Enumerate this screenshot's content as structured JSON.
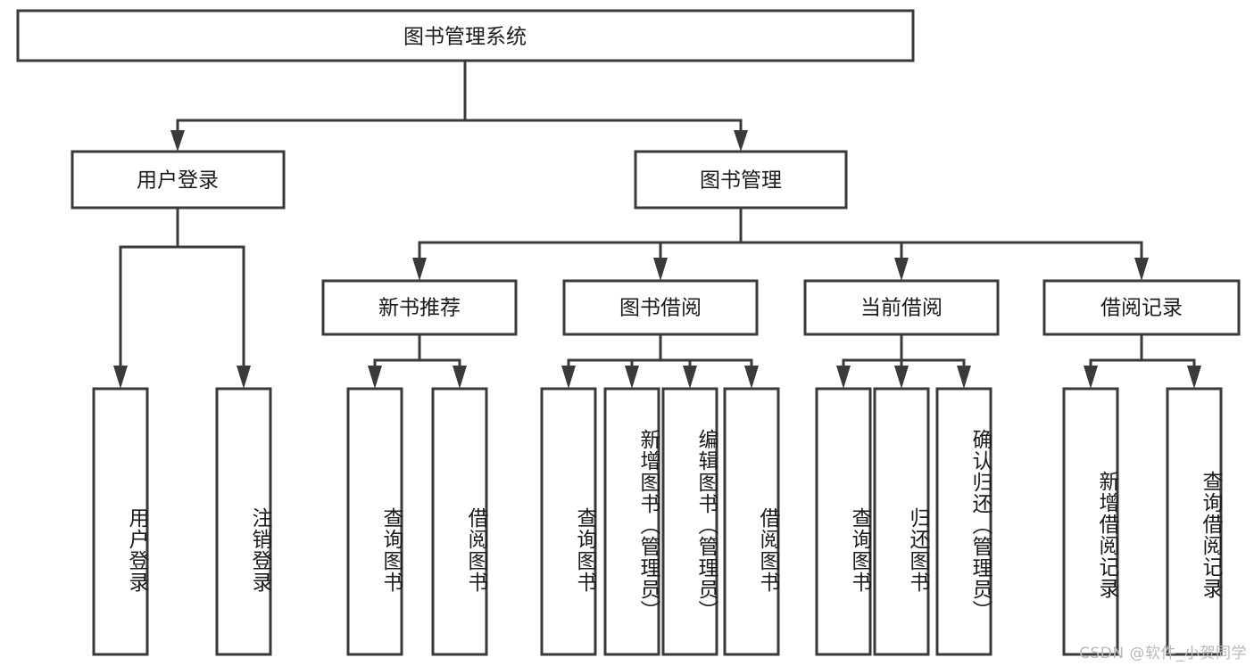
{
  "diagram": {
    "type": "tree-hierarchy",
    "title_node": {
      "label": "图书管理系统"
    },
    "level2": [
      {
        "label": "用户登录"
      },
      {
        "label": "图书管理"
      }
    ],
    "level3": [
      {
        "label": "新书推荐"
      },
      {
        "label": "图书借阅"
      },
      {
        "label": "当前借阅"
      },
      {
        "label": "借阅记录"
      }
    ],
    "leaves": {
      "user_login": [
        {
          "label": "用户登录"
        },
        {
          "label": "注销登录"
        }
      ],
      "new_book_recommend": [
        {
          "label": "查询图书"
        },
        {
          "label": "借阅图书"
        }
      ],
      "book_borrow": [
        {
          "label": "查询图书"
        },
        {
          "label": "新增图书（管理员）"
        },
        {
          "label": "编辑图书（管理员）"
        },
        {
          "label": "借阅图书"
        }
      ],
      "current_borrow": [
        {
          "label": "查询图书"
        },
        {
          "label": "归还图书"
        },
        {
          "label": "确认归还（管理员）"
        }
      ],
      "borrow_record": [
        {
          "label": "新增借阅记录"
        },
        {
          "label": "查询借阅记录"
        }
      ]
    }
  },
  "watermark": {
    "text": "CSDN @软件_小贺同学"
  },
  "colors": {
    "box_stroke": "#3a3a3a",
    "box_fill": "#ffffff",
    "text": "#1b1b1b",
    "watermark": "#b9b9b9",
    "background": "#ffffff"
  }
}
